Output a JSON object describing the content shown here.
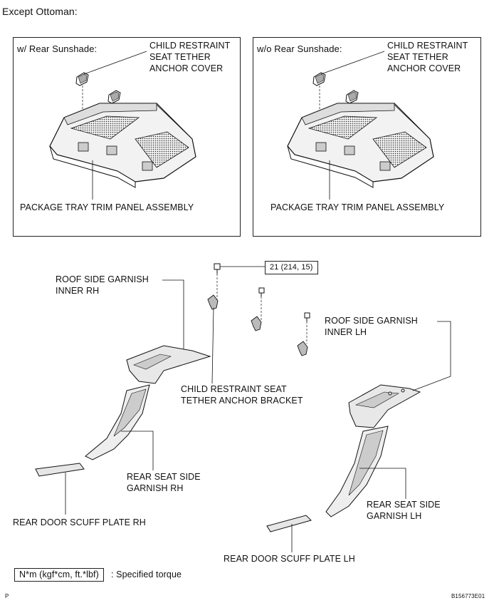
{
  "header": {
    "title": "Except Ottoman:"
  },
  "panels": [
    {
      "title": "w/ Rear Sunshade:",
      "cover_label": [
        "CHILD RESTRAINT",
        "SEAT TETHER",
        "ANCHOR COVER"
      ],
      "tray_label": "PACKAGE TRAY TRIM PANEL ASSEMBLY"
    },
    {
      "title": "w/o Rear Sunshade:",
      "cover_label": [
        "CHILD RESTRAINT",
        "SEAT TETHER",
        "ANCHOR COVER"
      ],
      "tray_label": "PACKAGE TRAY TRIM PANEL ASSEMBLY"
    }
  ],
  "lower": {
    "torque_box": "21 (214, 15)",
    "roof_rh": [
      "ROOF SIDE GARNISH",
      "INNER RH"
    ],
    "roof_lh": [
      "ROOF SIDE GARNISH",
      "INNER LH"
    ],
    "bracket": [
      "CHILD RESTRAINT SEAT",
      "TETHER ANCHOR BRACKET"
    ],
    "rear_seat_rh": [
      "REAR SEAT SIDE",
      "GARNISH RH"
    ],
    "rear_seat_lh": [
      "REAR SEAT SIDE",
      "GARNISH LH"
    ],
    "scuff_rh": "REAR DOOR SCUFF PLATE RH",
    "scuff_lh": "REAR DOOR SCUFF PLATE LH"
  },
  "legend": {
    "unit_box": "N*m (kgf*cm, ft.*lbf)",
    "text": ": Specified torque"
  },
  "footer": {
    "left": "P",
    "right": "B156773E01"
  }
}
